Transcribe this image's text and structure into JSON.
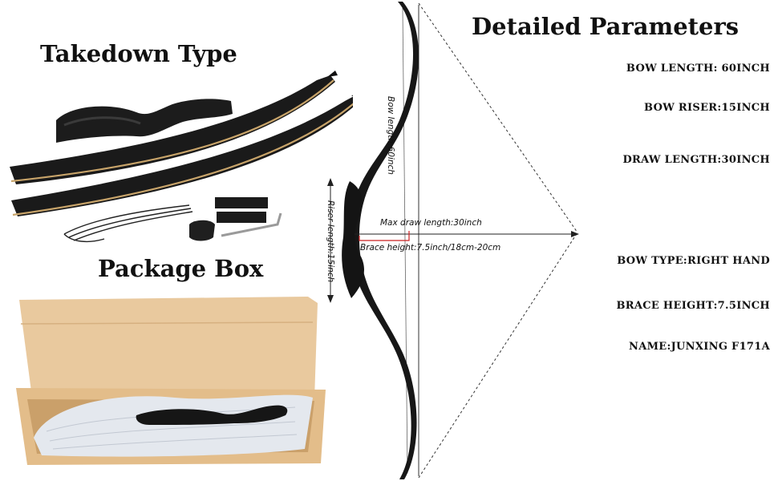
{
  "headings": {
    "takedown": "Takedown Type",
    "package": "Package Box",
    "detailed": "Detailed Parameters"
  },
  "params": [
    "BOW LENGTH: 60INCH",
    "BOW RISER:15INCH",
    "DRAW LENGTH:30INCH",
    "BOW TYPE:RIGHT HAND",
    "BRACE HEIGHT:7.5INCH",
    "NAME:JUNXING F171A"
  ],
  "diagram": {
    "bow_length": "Bow length:60inch",
    "riser_length": "Riser length:15inch",
    "max_draw": "Max draw length:30inch",
    "brace_height": "Brace height:7.5inch/18cm-20cm"
  },
  "colors": {
    "bow": "#161616",
    "limb_edge": "#c8a46a",
    "cardboard": "#e8c79a",
    "cardboard_dark": "#d4ad78",
    "bubble_wrap": "#dfe3ea"
  }
}
